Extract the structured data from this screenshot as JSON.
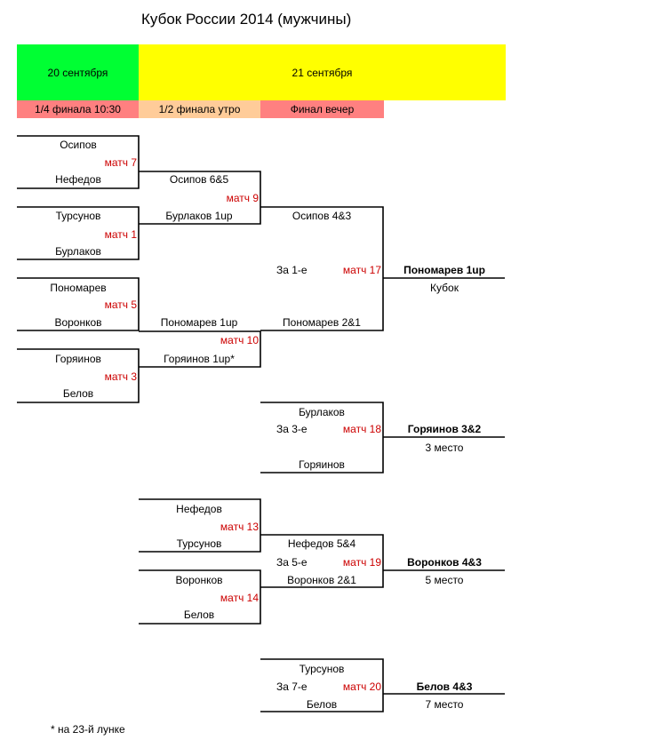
{
  "title": "Кубок России 2014  (мужчины)",
  "header": {
    "dates": [
      "20 сентября",
      "21 сентября"
    ],
    "rounds": [
      "1/4 финала 10:30",
      "1/2 финала  утро",
      "Финал   вечер"
    ],
    "colors": {
      "day1": "#00ff33",
      "day2": "#ffff00",
      "round1": "#ff8080",
      "round2": "#ffcc99",
      "round3": "#ff8080"
    }
  },
  "quarterfinals": [
    {
      "top": "Осипов",
      "match": "матч 7",
      "bottom": "Нефедов"
    },
    {
      "top": "Турсунов",
      "match": "матч 1",
      "bottom": "Бурлаков"
    },
    {
      "top": "Пономарев",
      "match": "матч 5",
      "bottom": "Воронков"
    },
    {
      "top": "Горяинов",
      "match": "матч 3",
      "bottom": "Белов"
    }
  ],
  "semifinals": [
    {
      "top": "Осипов 6&5",
      "match": "матч 9",
      "bottom": "Бурлаков 1up"
    },
    {
      "top": "Пономарев 1up",
      "match": "матч 10",
      "bottom": "Горяинов 1up*"
    }
  ],
  "final": {
    "top": "Осипов 4&3",
    "place": "За 1-е",
    "match": "матч 17",
    "bottom": "Пономарев 2&1",
    "winner": "Пономарев 1up",
    "result": "Кубок"
  },
  "third": {
    "top": "Бурлаков",
    "place": "За 3-е",
    "match": "матч 18",
    "bottom": "Горяинов",
    "winner": "Горяинов 3&2",
    "result": "3 место"
  },
  "consolation": [
    {
      "top": "Нефедов",
      "match": "матч 13",
      "bottom": "Турсунов"
    },
    {
      "top": "Воронков",
      "match": "матч 14",
      "bottom": "Белов"
    }
  ],
  "fifth": {
    "top": "Нефедов 5&4",
    "place": "За 5-е",
    "match": "матч 19",
    "bottom": "Воронков 2&1",
    "winner": "Воронков 4&3",
    "result": "5 место"
  },
  "seventh": {
    "top": "Турсунов",
    "place": "За 7-е",
    "match": "матч 20",
    "bottom": "Белов",
    "winner": "Белов 4&3",
    "result": "7 место"
  },
  "footnote": "* на 23-й лунке"
}
